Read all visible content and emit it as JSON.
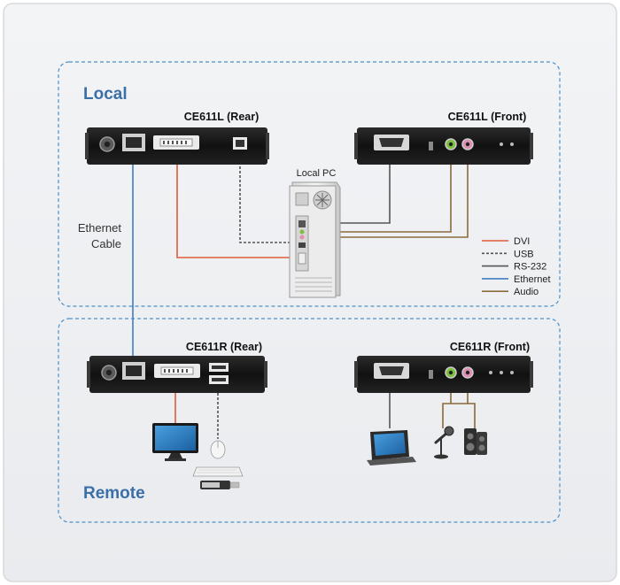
{
  "zones": {
    "local": {
      "title": "Local"
    },
    "remote": {
      "title": "Remote"
    }
  },
  "devices": {
    "local_rear": {
      "title": "CE611L (Rear)"
    },
    "local_front": {
      "title": "CE611L (Front)"
    },
    "remote_rear": {
      "title": "CE611R (Rear)"
    },
    "remote_front": {
      "title": "CE611R (Front)"
    },
    "local_pc": {
      "title": "Local PC"
    }
  },
  "cable_label": {
    "line1": "Ethernet",
    "line2": "Cable"
  },
  "legend": [
    {
      "label": "DVI",
      "color": "#e05a3a",
      "style": "solid"
    },
    {
      "label": "USB",
      "color": "#555555",
      "style": "dashed"
    },
    {
      "label": "RS-232",
      "color": "#555555",
      "style": "solid"
    },
    {
      "label": "Ethernet",
      "color": "#3f7fc0",
      "style": "solid"
    },
    {
      "label": "Audio",
      "color": "#8b6a3a",
      "style": "solid"
    }
  ],
  "colors": {
    "dvi": "#e05a3a",
    "usb": "#555555",
    "rs232": "#555555",
    "ethernet": "#3f7fc0",
    "audio": "#8b6a3a",
    "zone_border": "#4a90c8",
    "zone_title": "#3a6fa8"
  },
  "icons": {
    "monitor": "monitor-icon",
    "keyboard": "keyboard-icon",
    "mouse": "mouse-icon",
    "usb_drive": "usb-drive-icon",
    "touch_screen": "touch-panel-icon",
    "microphone": "microphone-icon",
    "speakers": "speakers-icon",
    "pc_tower": "pc-tower-icon"
  }
}
